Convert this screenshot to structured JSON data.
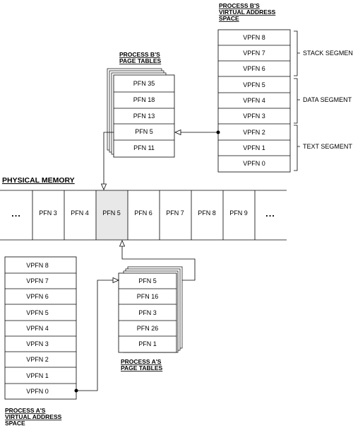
{
  "process_b": {
    "vas_title": [
      "PROCESS B'S",
      "VIRTUAL ADDRESS",
      "SPACE"
    ],
    "vas_rows": [
      "VPFN 8",
      "VPFN 7",
      "VPFN 6",
      "VPFN 5",
      "VPFN 4",
      "VPFN 3",
      "VPFN 2",
      "VPFN 1",
      "VPFN 0"
    ],
    "segments": [
      "STACK SEGMENT",
      "DATA SEGMENT",
      "TEXT SEGMENT"
    ],
    "pt_title": [
      "PROCESS B'S",
      "PAGE TABLES"
    ],
    "pt_rows": [
      "PFN 35",
      "PFN 18",
      "PFN 13",
      "PFN 5",
      "PFN 11"
    ]
  },
  "physical_memory": {
    "title": "PHYSICAL MEMORY",
    "cells": [
      "...",
      "PFN 3",
      "PFN 4",
      "PFN 5",
      "PFN 6",
      "PFN 7",
      "PFN 8",
      "PFN 9",
      "..."
    ],
    "highlight_color": "#e8e8e8"
  },
  "process_a": {
    "vas_title": [
      "PROCESS A'S",
      "VIRTUAL ADDRESS",
      "SPACE"
    ],
    "vas_rows": [
      "VPFN 8",
      "VPFN 7",
      "VPFN 6",
      "VPFN 5",
      "VPFN 4",
      "VPFN 3",
      "VPFN 2",
      "VPFN 1",
      "VPFN 0"
    ],
    "pt_title": [
      "PROCESS A'S",
      "PAGE TABLES"
    ],
    "pt_rows": [
      "PFN 5",
      "PFN 16",
      "PFN 3",
      "PFN 26",
      "PFN 1"
    ]
  }
}
